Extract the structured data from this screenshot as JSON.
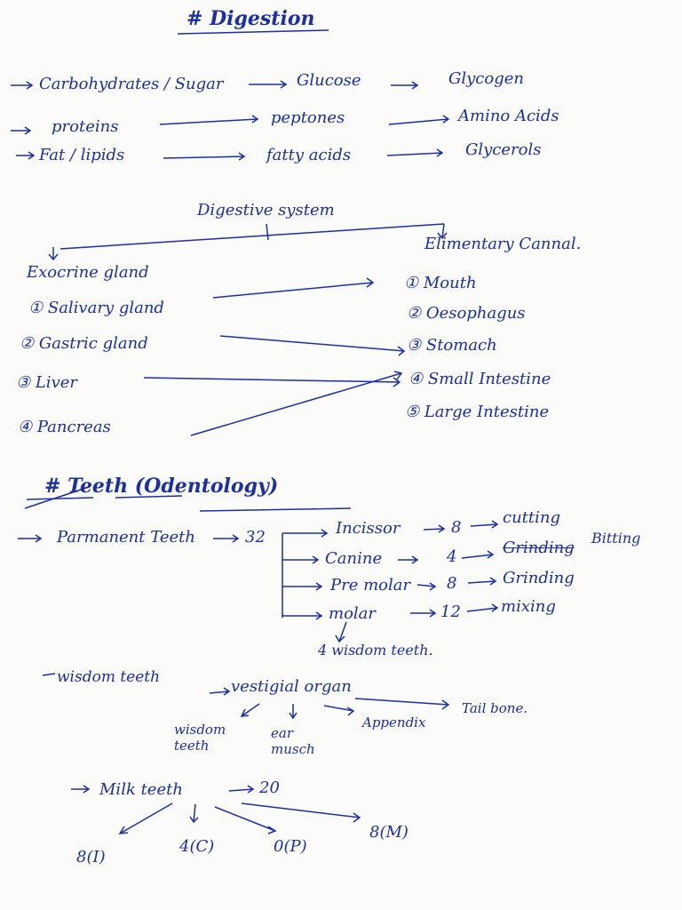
{
  "digestion": {
    "title": "# Digestion",
    "row1": [
      "Carbohydrates / Sugar",
      "Glucose",
      "Glycogen"
    ],
    "row2": [
      "proteins",
      "peptones",
      "Amino Acids"
    ],
    "row3": [
      "Fat / lipids",
      "fatty acids",
      "Glycerols"
    ]
  },
  "digestive_system": {
    "title": "Digestive system",
    "exocrine_title": "Exocrine gland",
    "exocrine": [
      "① Salivary gland",
      "② Gastric gland",
      "③ Liver",
      "④ Pancreas"
    ],
    "elementary_title": "Elimentary Cannal.",
    "elementary": [
      "① Mouth",
      "② Oesophagus",
      "③ Stomach",
      "④ Small Intestine",
      "⑤ Large Intestine"
    ]
  },
  "teeth": {
    "title": "# Teeth (Odentology)",
    "permanent": "Parmanent Teeth",
    "total": "32",
    "types": [
      {
        "name": "Incissor",
        "count": "8",
        "use": "cutting"
      },
      {
        "name": "Canine",
        "count": "4",
        "use": "Grinding",
        "use2": "Bitting"
      },
      {
        "name": "Pre molar",
        "count": "8",
        "use": "Grinding"
      },
      {
        "name": "molar",
        "count": "12",
        "use": "mixing"
      }
    ],
    "wisdom_count": "4 wisdom teeth.",
    "wisdom_label": "wisdom teeth",
    "vestigial": "vestigial organ",
    "vestigial_items": [
      "wisdom teeth",
      "ear musch",
      "Appendix",
      "Tail bone."
    ],
    "milk": "Milk teeth",
    "milk_total": "20",
    "milk_items": [
      "8(I)",
      "4(C)",
      "0(P)",
      "8(M)"
    ]
  }
}
